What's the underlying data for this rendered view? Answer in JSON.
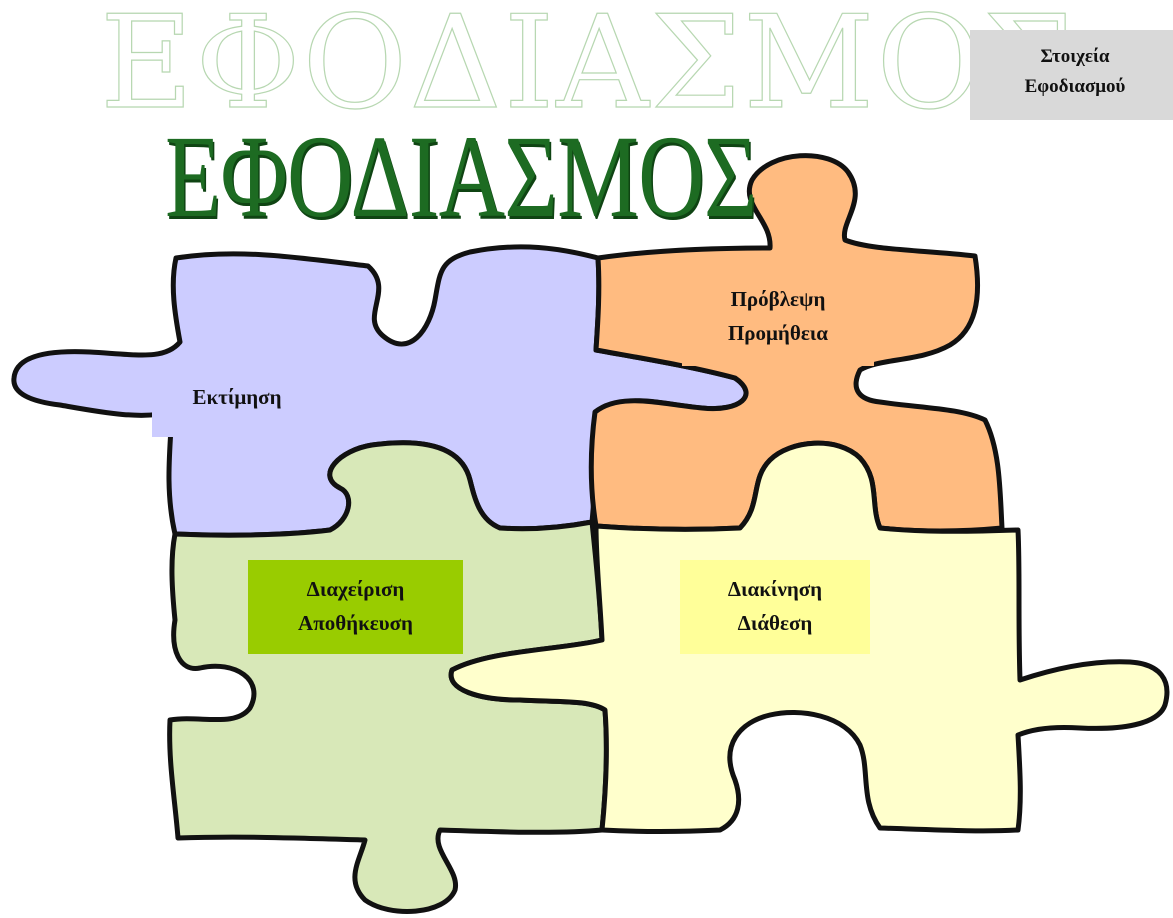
{
  "title_watermark": "ΕΦΟΔΙΑΣΜΟΣ",
  "title_main": "ΕΦΟΔΙΑΣΜΟΣ",
  "header_box": {
    "line1": "Στοιχεία",
    "line2": "Εφοδιασμού"
  },
  "pieces": {
    "estimation": {
      "line1": "Εκτίμηση",
      "color": "#ccccff"
    },
    "forecast": {
      "line1": "Πρόβλεψη",
      "line2": "Προμήθεια",
      "color": "#ffbb80"
    },
    "management": {
      "line1": "Διαχείριση",
      "line2": "Αποθήκευση",
      "color": "#d8e8b8",
      "label_bg": "#99cc00"
    },
    "distribution": {
      "line1": "Διακίνηση",
      "line2": "Διάθεση",
      "color": "#ffffcc",
      "label_bg": "#ffff99"
    }
  }
}
